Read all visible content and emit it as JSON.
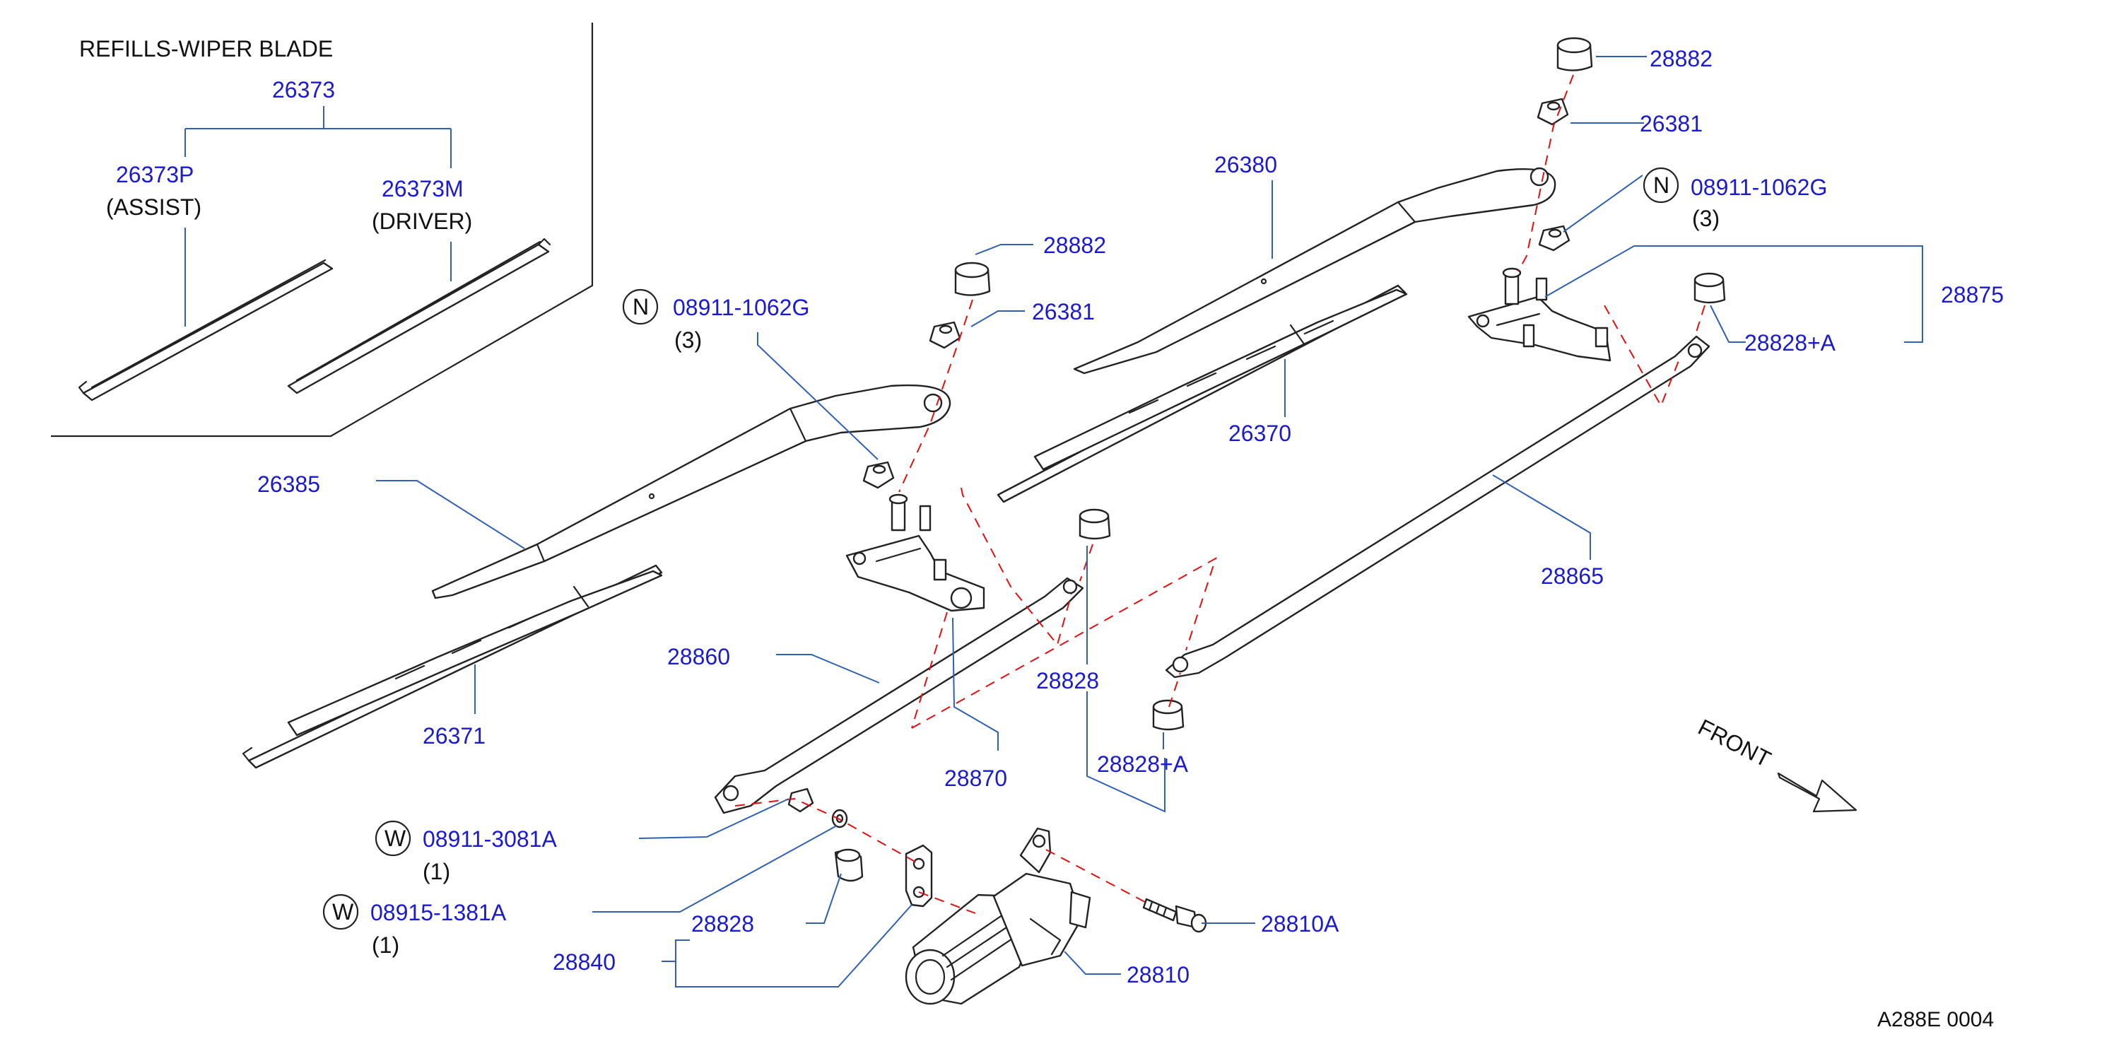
{
  "inset": {
    "title": "REFILLS-WIPER  BLADE",
    "set_number": "26373",
    "assist_number": "26373P",
    "assist_label": "(ASSIST)",
    "driver_number": "26373M",
    "driver_label": "(DRIVER)"
  },
  "callouts": {
    "nut_left_symbol": "N",
    "nut_left_number": "08911-1062G",
    "nut_left_qty": "(3)",
    "nut_right_symbol": "N",
    "nut_right_number": "08911-1062G",
    "nut_right_qty": "(3)",
    "washer1_symbol": "W",
    "washer1_number": "08911-3081A",
    "washer1_qty": "(1)",
    "washer2_symbol": "W",
    "washer2_number": "08915-1381A",
    "washer2_qty": "(1)"
  },
  "parts": {
    "cap_right": "28882",
    "bushing_right": "26381",
    "arm_right": "26380",
    "blade_right": "26370",
    "link_assy": "28875",
    "bush_right_a": "28828+A",
    "cap_left": "28882",
    "bushing_left": "26381",
    "arm_left": "26385",
    "blade_left": "26371",
    "rod_right": "28865",
    "rod_left": "28860",
    "bush_center": "28828",
    "linkage": "28870",
    "bush_center_a": "28828+A",
    "bush_motor": "28828",
    "motor_bracket": "28840",
    "bolt": "28810A",
    "motor": "28810"
  },
  "front_label": "FRONT",
  "figure_ref": "A288E  0004"
}
